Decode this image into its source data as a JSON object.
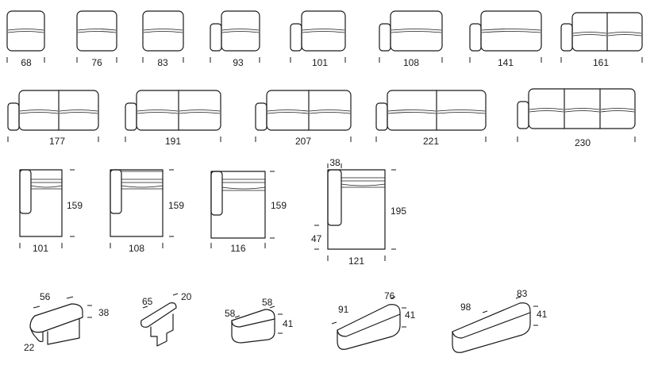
{
  "row1": [
    {
      "label": "68"
    },
    {
      "label": "76"
    },
    {
      "label": "83"
    },
    {
      "label": "93"
    },
    {
      "label": "101"
    },
    {
      "label": "108"
    },
    {
      "label": "141"
    },
    {
      "label": "161"
    }
  ],
  "row2": [
    {
      "label": "177"
    },
    {
      "label": "191"
    },
    {
      "label": "207"
    },
    {
      "label": "221"
    },
    {
      "label": "230"
    }
  ],
  "row3": [
    {
      "width": "101",
      "depth": "159"
    },
    {
      "width": "108",
      "depth": "159"
    },
    {
      "width": "116",
      "depth": "159"
    },
    {
      "width": "121",
      "depth": "195",
      "arm": "38",
      "seat": "47"
    }
  ],
  "row4": [
    {
      "a": "56",
      "b": "38",
      "c": "22"
    },
    {
      "a": "65",
      "b": "20"
    },
    {
      "a": "58",
      "b": "58",
      "c": "41"
    },
    {
      "a": "91",
      "b": "76",
      "c": "41"
    },
    {
      "a": "98",
      "b": "83",
      "c": "41"
    }
  ]
}
